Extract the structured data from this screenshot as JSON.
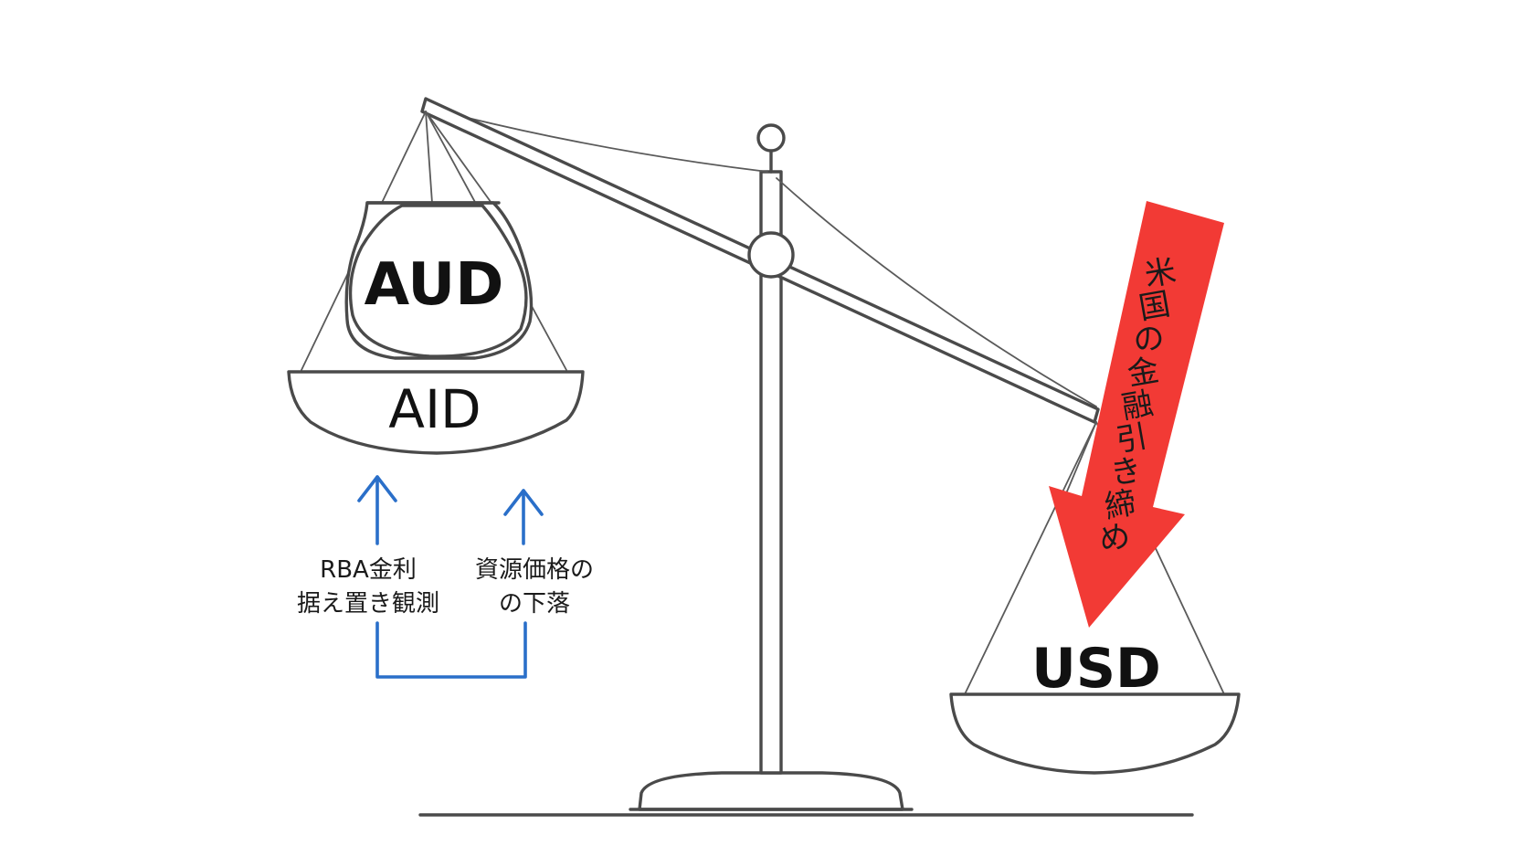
{
  "left_pan": {
    "bag_label": "AUD",
    "pan_label": "AID"
  },
  "right_pan": {
    "label": "USD"
  },
  "factors": {
    "rba_line1": "RBA金利",
    "rba_line2": "据え置き観測",
    "resource_line1": "資源価格の",
    "resource_line2": "の下落"
  },
  "pressure_arrow": {
    "text": "米国の金融引き締め",
    "color": "#f23a35"
  },
  "colors": {
    "line": "#4a4a4a",
    "blue_arrow": "#2a6fc9"
  }
}
